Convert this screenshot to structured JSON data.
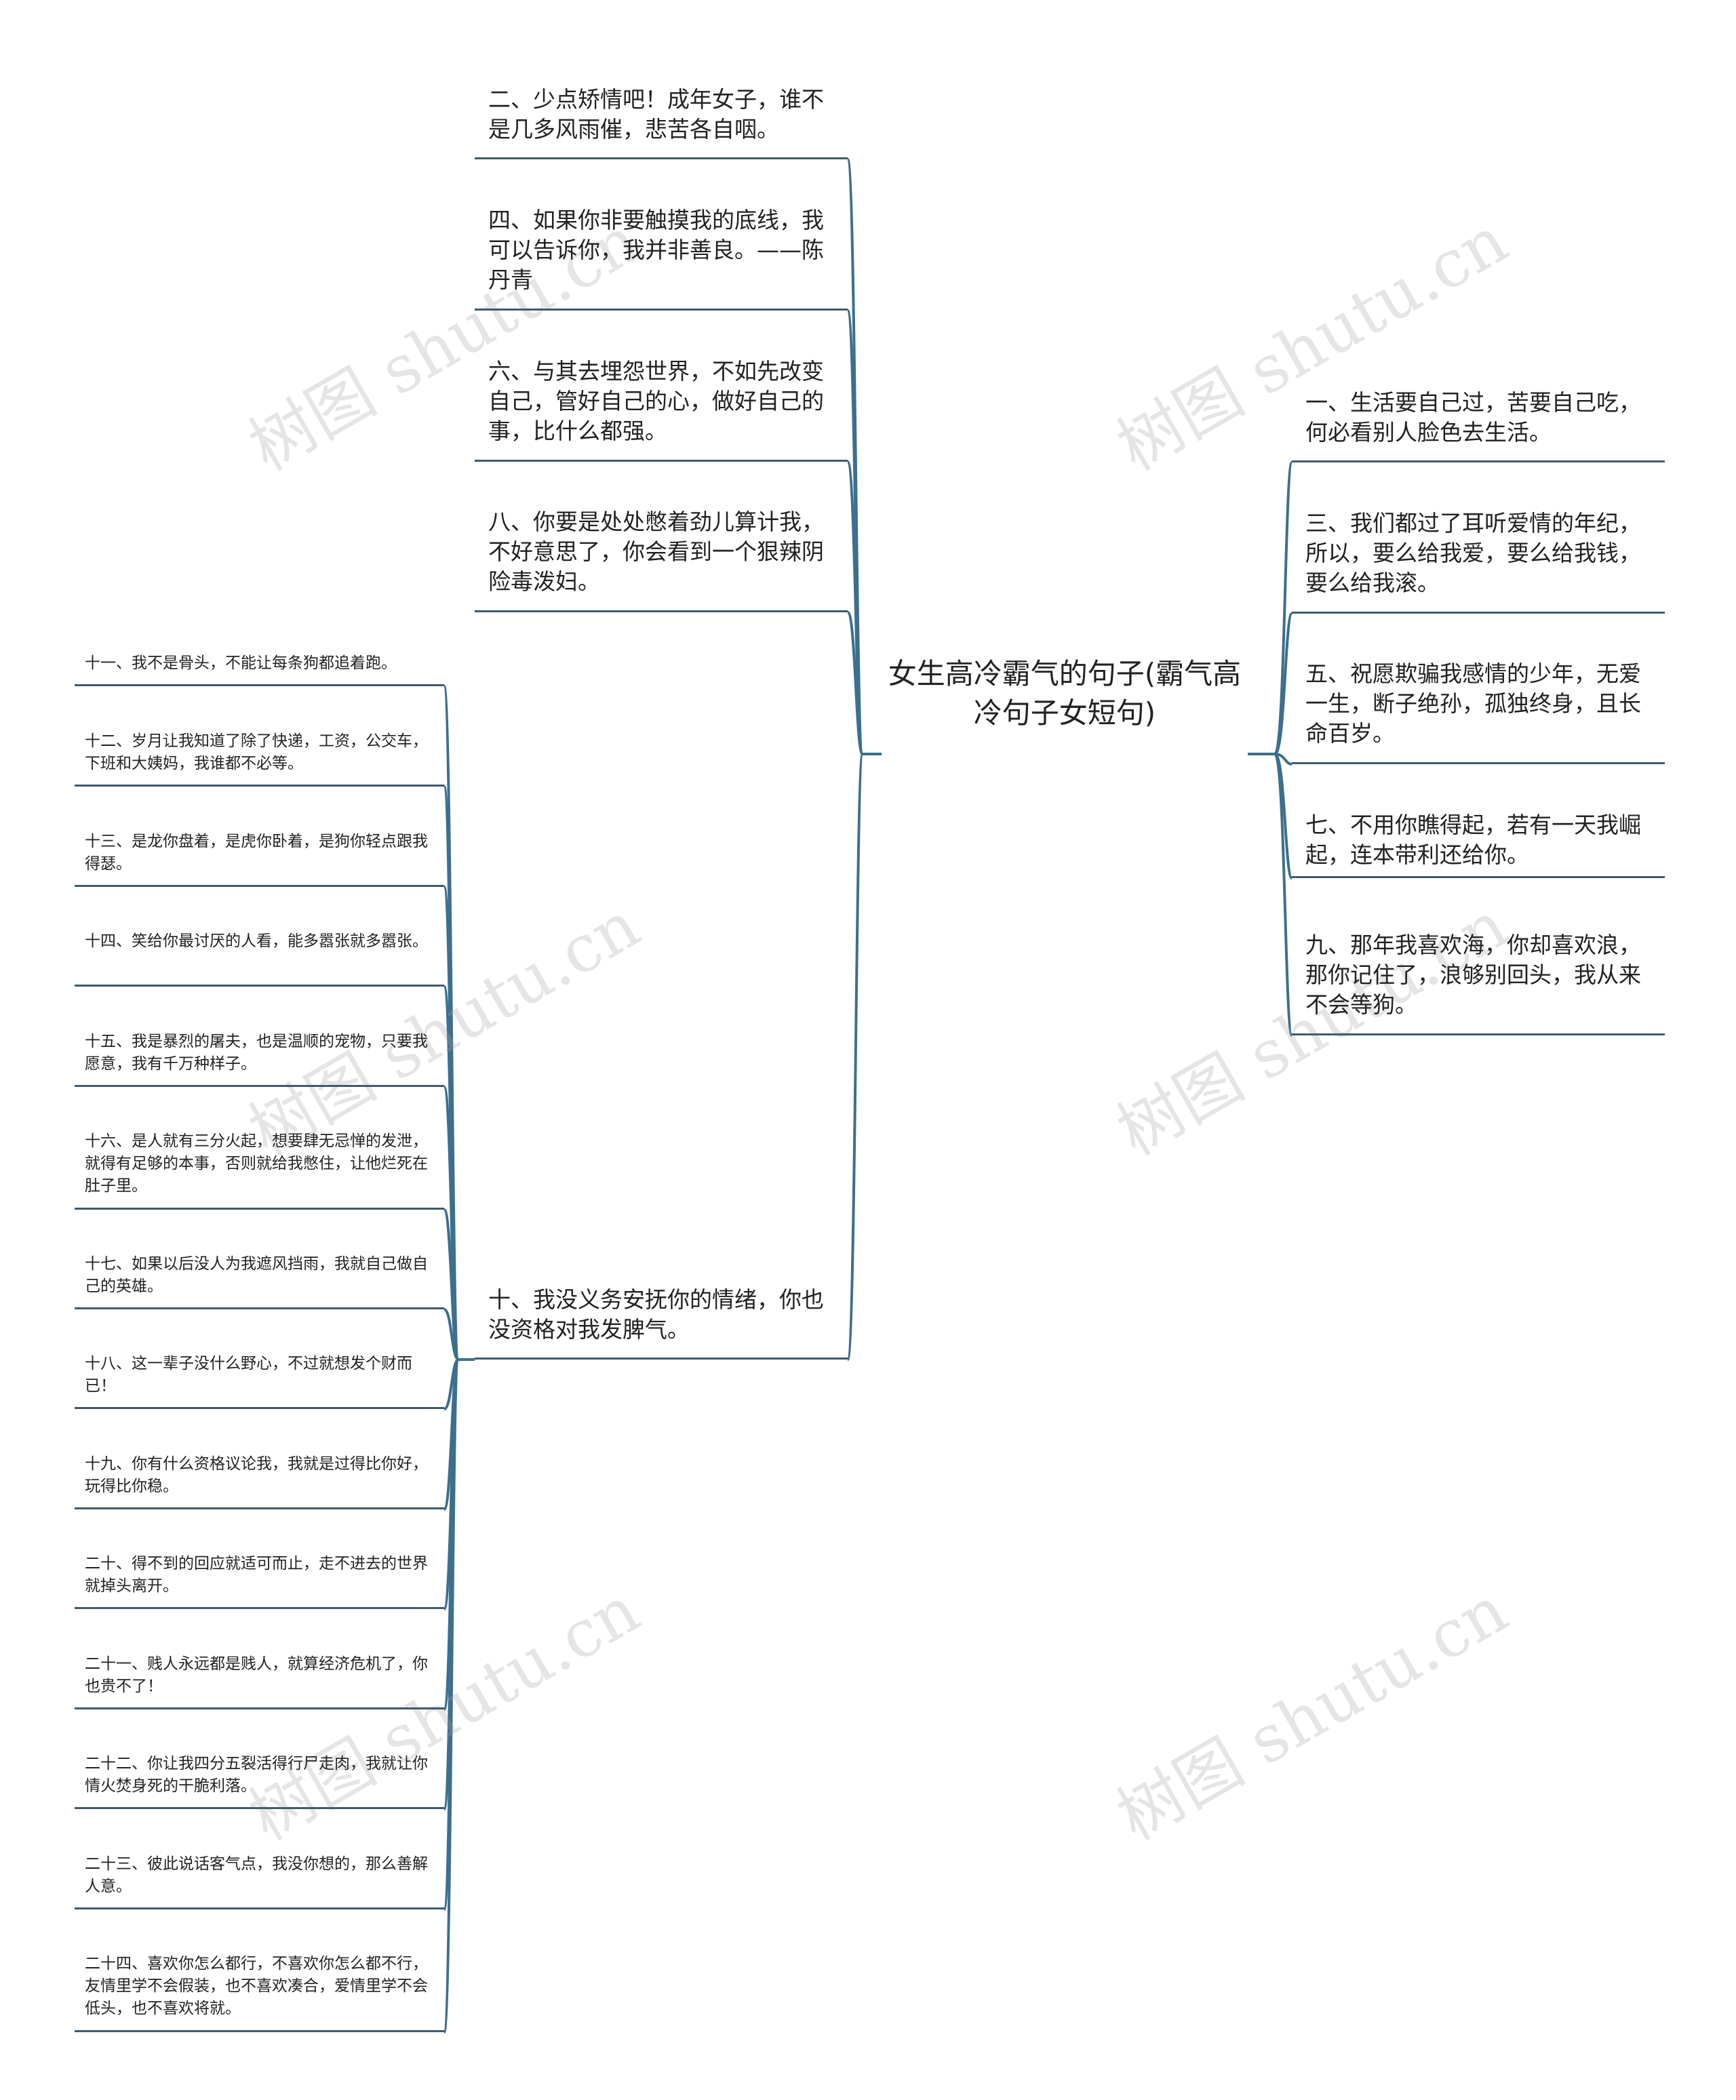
{
  "root": {
    "title": "女生高冷霸气的句子(霸气高冷句子女短句)"
  },
  "watermark": "树图 shutu.cn",
  "left_top": [
    "二、少点矫情吧！成年女子，谁不是几多风雨催，悲苦各自咽。",
    "四、如果你非要触摸我的底线，我可以告诉你，我并非善良。——陈丹青",
    "六、与其去埋怨世界，不如先改变自己，管好自己的心，做好自己的事，比什么都强。",
    "八、你要是处处憋着劲儿算计我，不好意思了，你会看到一个狠辣阴险毒泼妇。"
  ],
  "left_mid": "十、我没义务安抚你的情绪，你也没资格对我发脾气。",
  "right": [
    "一、生活要自己过，苦要自己吃，何必看别人脸色去生活。",
    "三、我们都过了耳听爱情的年纪，所以，要么给我爱，要么给我钱，要么给我滚。",
    "五、祝愿欺骗我感情的少年，无爱一生，断子绝孙，孤独终身，且长命百岁。",
    "七、不用你瞧得起，若有一天我崛起，连本带利还给你。",
    "九、那年我喜欢海，你却喜欢浪，那你记住了，浪够别回头，我从来不会等狗。"
  ],
  "far_left": [
    "十一、我不是骨头，不能让每条狗都追着跑。",
    "十二、岁月让我知道了除了快递，工资，公交车，下班和大姨妈，我谁都不必等。",
    "十三、是龙你盘着，是虎你卧着，是狗你轻点跟我得瑟。",
    "十四、笑给你最讨厌的人看，能多嚣张就多嚣张。",
    "十五、我是暴烈的屠夫，也是温顺的宠物，只要我愿意，我有千万种样子。",
    "十六、是人就有三分火起，想要肆无忌惮的发泄，就得有足够的本事，否则就给我憋住，让他烂死在肚子里。",
    "十七、如果以后没人为我遮风挡雨，我就自己做自己的英雄。",
    "十八、这一辈子没什么野心，不过就想发个财而已！",
    "十九、你有什么资格议论我，我就是过得比你好，玩得比你稳。",
    "二十、得不到的回应就适可而止，走不进去的世界就掉头离开。",
    "二十一、贱人永远都是贱人，就算经济危机了，你也贵不了！",
    "二十二、你让我四分五裂活得行尸走肉，我就让你情火焚身死的干脆利落。",
    "二十三、彼此说话客气点，我没你想的，那么善解人意。",
    "二十四、喜欢你怎么都行，不喜欢你怎么都不行，友情里学不会假装，也不喜欢凑合，爱情里学不会低头，也不喜欢将就。"
  ],
  "colors": {
    "line": "#3d6f8e",
    "underline": "#3d5b6e",
    "text": "#222222",
    "watermark": "#a0a0a0"
  }
}
